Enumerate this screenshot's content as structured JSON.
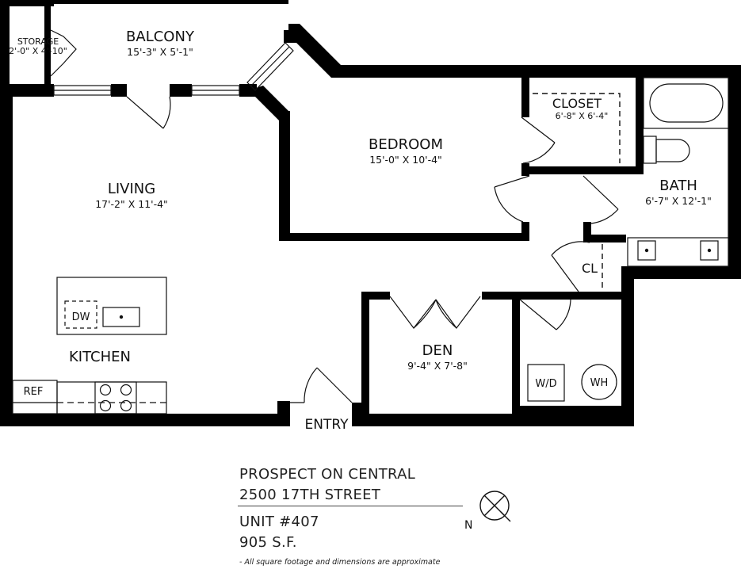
{
  "rooms": {
    "balcony": {
      "name": "BALCONY",
      "dims": "15'-3\" X 5'-1\""
    },
    "storage": {
      "name": "STORAGE",
      "dims": "2'-0\" X 4'-10\""
    },
    "bedroom": {
      "name": "BEDROOM",
      "dims": "15'-0\" X 10'-4\""
    },
    "closet": {
      "name": "CLOSET",
      "dims": "6'-8\" X 6'-4\""
    },
    "bath": {
      "name": "BATH",
      "dims": "6'-7\" X 12'-1\""
    },
    "living": {
      "name": "LIVING",
      "dims": "17'-2\" X 11'-4\""
    },
    "kitchen": {
      "name": "KITCHEN"
    },
    "den": {
      "name": "DEN",
      "dims": "9'-4\" X 7'-8\""
    },
    "cl": {
      "name": "CL"
    },
    "entry": {
      "name": "ENTRY"
    }
  },
  "fixtures": {
    "dw": "DW",
    "ref": "REF",
    "wd": "W/D",
    "wh": "WH"
  },
  "info": {
    "line1": "PROSPECT ON CENTRAL",
    "line2": "2500 17TH STREET",
    "line3": "UNIT #407",
    "line4": "905 S.F.",
    "north": "N",
    "note": "- All square footage and dimensions are approximate"
  },
  "colors": {
    "wall": "#000000",
    "line": "#111111",
    "background": "#ffffff"
  }
}
